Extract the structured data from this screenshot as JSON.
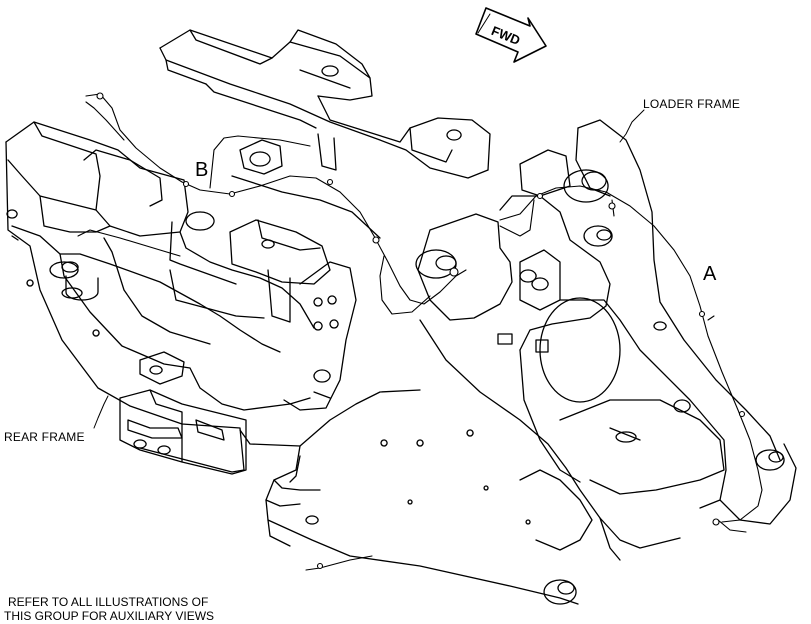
{
  "labels": {
    "fwd": "FWD",
    "loader_frame": "LOADER FRAME",
    "rear_frame": "REAR FRAME",
    "callout_a": "A",
    "callout_b": "B",
    "note_line_1": "REFER TO ALL ILLUSTRATIONS OF",
    "note_line_2": "THIS GROUP FOR AUXILIARY VIEWS"
  },
  "colors": {
    "ink": "#000000",
    "paper": "#ffffff"
  }
}
